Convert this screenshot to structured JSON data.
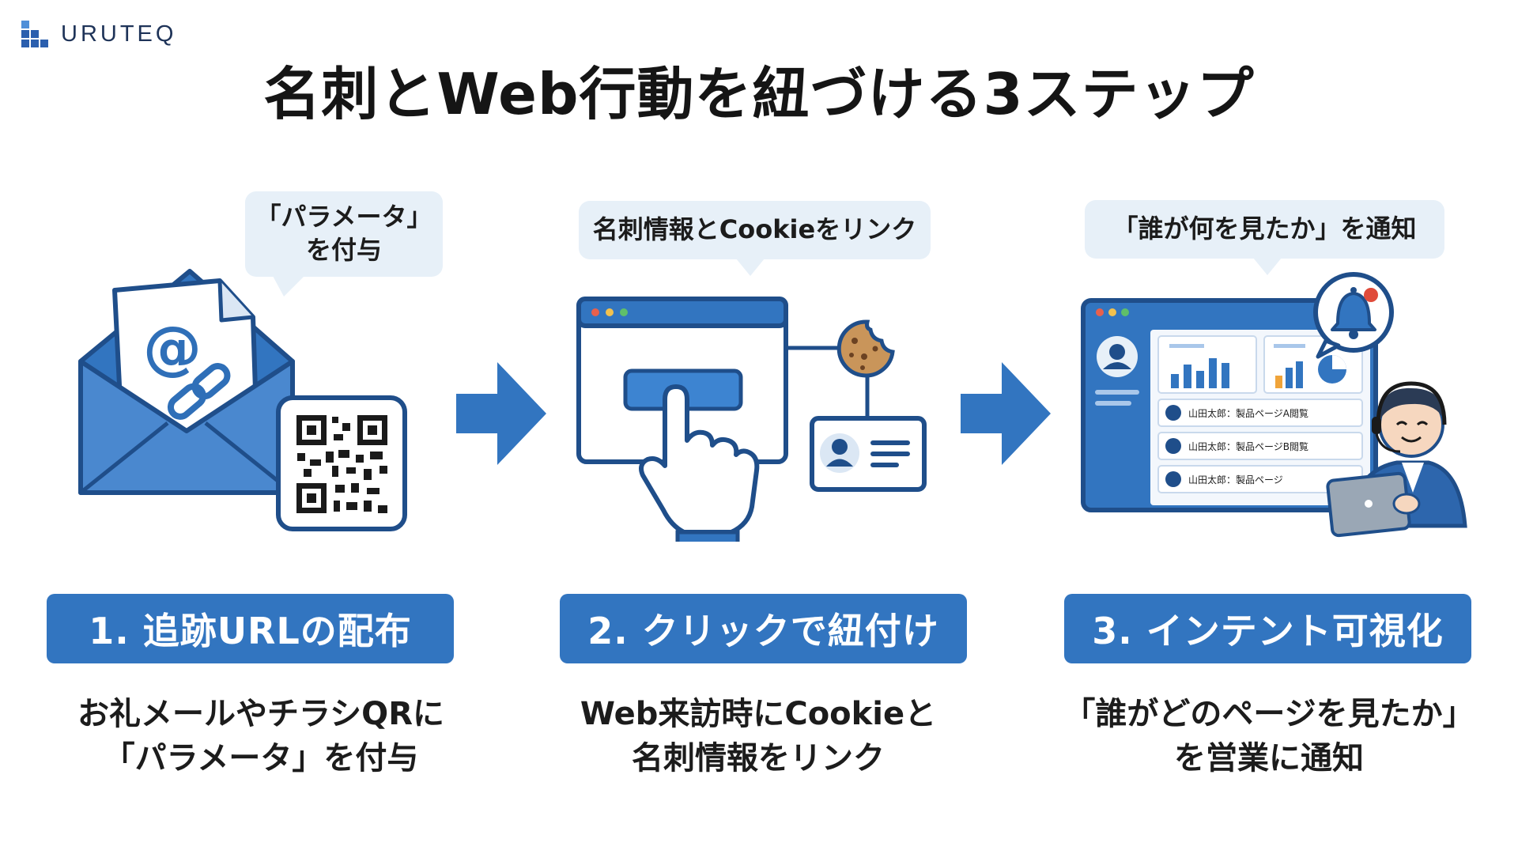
{
  "brand": {
    "name": "URUTEQ"
  },
  "title": "名刺とWeb行動を紐づける3ステップ",
  "steps": [
    {
      "bubble_lines": [
        "「パラメータ」",
        "を付与"
      ],
      "label": "1. 追跡URLの配布",
      "caption_lines": [
        "お礼メールやチラシQRに",
        "「パラメータ」を付与"
      ]
    },
    {
      "bubble_lines": [
        "名刺情報とCookieをリンク"
      ],
      "label": "2. クリックで紐付け",
      "caption_lines": [
        "Web来訪時にCookieと",
        "名刺情報をリンク"
      ]
    },
    {
      "bubble_lines": [
        "「誰が何を見たか」を通知"
      ],
      "label": "3. インテント可視化",
      "caption_lines": [
        "「誰がどのページを見たか」",
        "を営業に通知"
      ],
      "dashboard_rows": [
        "山田太郎：製品ページA閲覧",
        "山田太郎：製品ページB閲覧",
        "山田太郎：製品ページ"
      ]
    }
  ],
  "colors": {
    "primary": "#3275c0",
    "dark": "#1f4e8a",
    "light": "#e7f0f8",
    "cookie": "#c9955a"
  },
  "icons": [
    "envelope-icon",
    "at-sign-icon",
    "link-icon",
    "qr-code-icon",
    "arrow-right-icon",
    "browser-window-icon",
    "pointer-hand-icon",
    "cookie-icon",
    "id-card-icon",
    "dashboard-icon",
    "bell-icon",
    "operator-person-icon"
  ]
}
